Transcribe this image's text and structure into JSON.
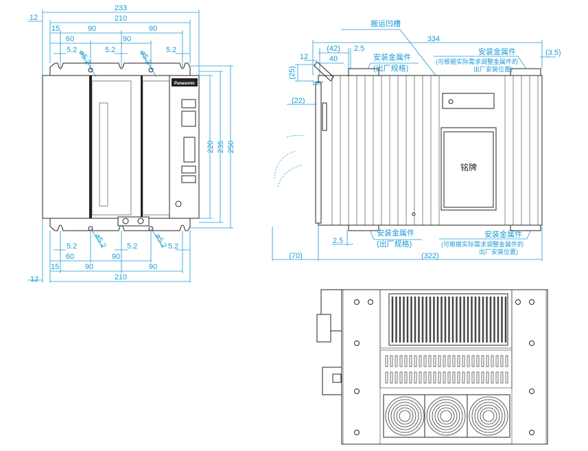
{
  "front_view": {
    "top_dims": [
      "233",
      "12",
      "210",
      "15",
      "90",
      "90",
      "60",
      "90",
      "5.2",
      "5.2",
      "5.2",
      "ø5.2",
      "ø5.2"
    ],
    "right_dims": [
      "220",
      "235",
      "250"
    ],
    "bottom_dims": [
      "5.2",
      "5.2",
      "5.2",
      "ø5.2",
      "ø5.2",
      "60",
      "90",
      "15",
      "90",
      "90",
      "210",
      "12"
    ],
    "brand": "Panasonic"
  },
  "side_view": {
    "transport_groove_label": "搬运凹槽",
    "top_dims": [
      "334",
      "(42)",
      "2.5",
      "12",
      "40",
      "(3.5)",
      "(25)",
      "(22)",
      "135°"
    ],
    "bracket_top_left": {
      "title": "安装金属件",
      "sub": "(出厂规格)"
    },
    "bracket_top_right": {
      "title": "安装金属件",
      "sub1": "(可根据实际需求调整金属件的",
      "sub2": "出厂安装位置)"
    },
    "bracket_bottom_left": {
      "title": "安装金属件",
      "sub": "(出厂规格)"
    },
    "bracket_bottom_right": {
      "title": "安装金属件",
      "sub1": "(可根据实际需求调整金属件的",
      "sub2": "出厂安装位置)"
    },
    "bottom_dims": [
      "2.5",
      "(70)",
      "(322)"
    ],
    "nameplate_label": "铭牌"
  },
  "colors": {
    "dimension": "#1a9ad6",
    "outline": "#222222"
  }
}
